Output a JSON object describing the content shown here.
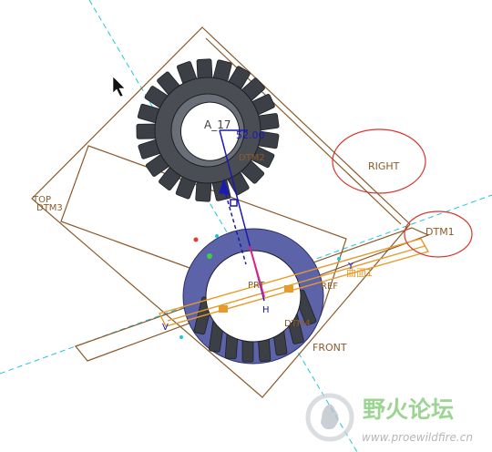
{
  "viewport": {
    "background": "#ffffff",
    "colors": {
      "datum_plane": "#8b5a2b",
      "datum_label": "#8b5a2b",
      "axis_line": "#1cc8d8",
      "highlight_orange": "#e69b2a",
      "dimension_blue": "#1a1ab4",
      "annotation_circle": "#d9342b",
      "gear_dark": "#3c3f45",
      "ring_blue": "#5c63a8",
      "watermark": "#7cc76e"
    },
    "labels": {
      "axis_a17": "A_17",
      "dim_value": "52.00",
      "right_plane": "RIGHT",
      "dtm1": "DTM1",
      "top_plane": "TOP",
      "dtm3": "DTM3",
      "front_plane": "FRONT",
      "dtm2": "DTM2",
      "prt": "PRT",
      "ref": "REF",
      "dtm4": "DTM4",
      "surface_label": "曲面1",
      "y_mark": "Y",
      "v_mark": "V",
      "h_mark": "H"
    },
    "cursor_icon": "arrow-pointer-icon",
    "watermark": {
      "title": "野火论坛",
      "url": "www.proewildfire.cn",
      "icon": "wildfire-flame-icon"
    }
  }
}
